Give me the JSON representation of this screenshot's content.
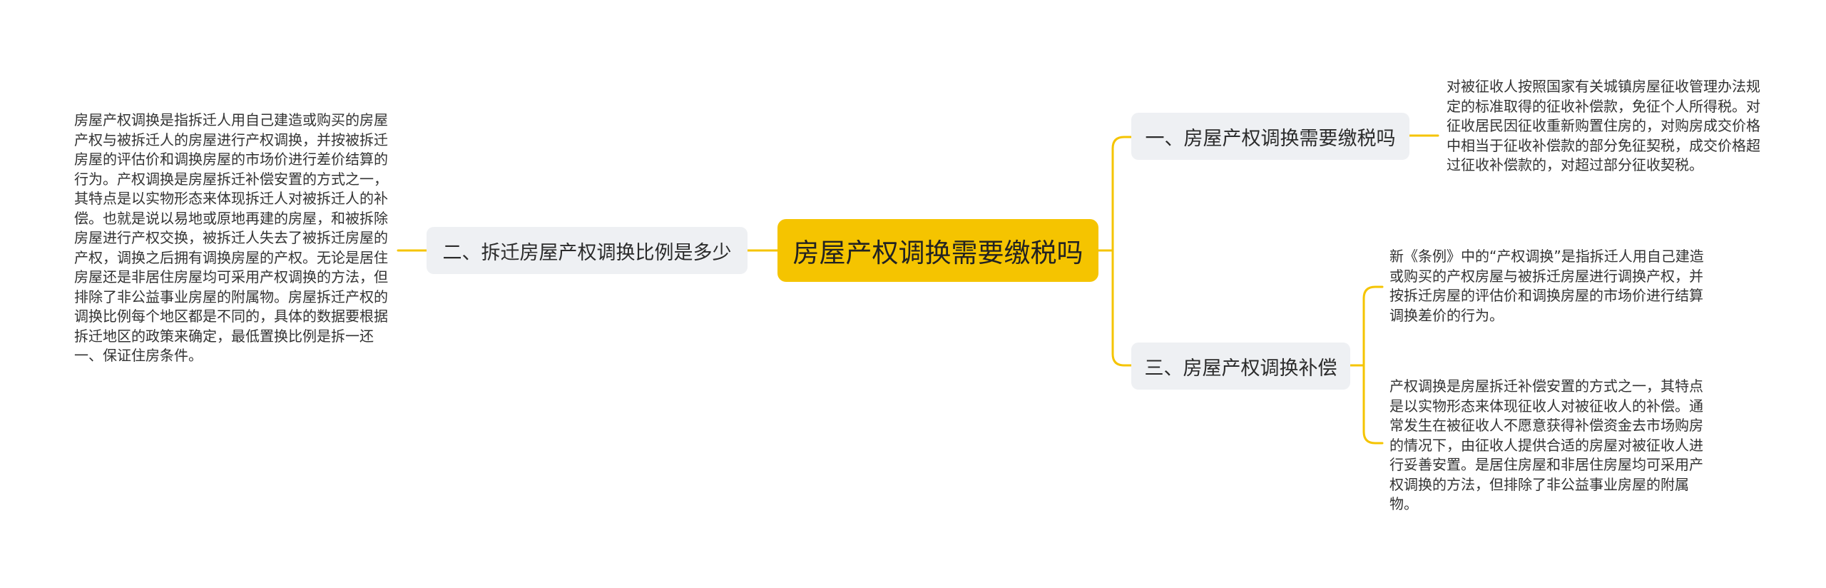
{
  "root": {
    "title": "房屋产权调换需要缴税吗"
  },
  "branches": {
    "b1": {
      "label": "一、房屋产权调换需要缴税吗",
      "leaf": "对被征收人按照国家有关城镇房屋征收管理办法规定的标准取得的征收补偿款，免征个人所得税。对征收居民因征收重新购置住房的，对购房成交价格中相当于征收补偿款的部分免征契税，成交价格超过征收补偿款的，对超过部分征收契税。"
    },
    "b2": {
      "label": "二、拆迁房屋产权调换比例是多少",
      "leaf": "房屋产权调换是指拆迁人用自己建造或购买的房屋产权与被拆迁人的房屋进行产权调换，并按被拆迁房屋的评估价和调换房屋的市场价进行差价结算的行为。产权调换是房屋拆迁补偿安置的方式之一，其特点是以实物形态来体现拆迁人对被拆迁人的补偿。也就是说以易地或原地再建的房屋，和被拆除房屋进行产权交换，被拆迁人失去了被拆迁房屋的产权，调换之后拥有调换房屋的产权。无论是居住房屋还是非居住房屋均可采用产权调换的方法，但排除了非公益事业房屋的附属物。房屋拆迁产权的调换比例每个地区都是不同的，具体的数据要根据拆迁地区的政策来确定，最低置换比例是拆一还一、保证住房条件。"
    },
    "b3": {
      "label": "三、房屋产权调换补偿",
      "leaf1": "新《条例》中的“产权调换”是指拆迁人用自己建造或购买的产权房屋与被拆迁房屋进行调换产权，并按拆迁房屋的评估价和调换房屋的市场价进行结算调换差价的行为。",
      "leaf2": "产权调换是房屋拆迁补偿安置的方式之一，其特点是以实物形态来体现征收人对被征收人的补偿。通常发生在被征收人不愿意获得补偿资金去市场购房的情况下，由征收人提供合适的房屋对被征收人进行妥善安置。是居住房屋和非居住房屋均可采用产权调换的方法，但排除了非公益事业房屋的附属物。"
    }
  },
  "colors": {
    "root_fill": "#f5c400",
    "connector": "#f5c400",
    "branch_fill": "#eef0f3"
  }
}
